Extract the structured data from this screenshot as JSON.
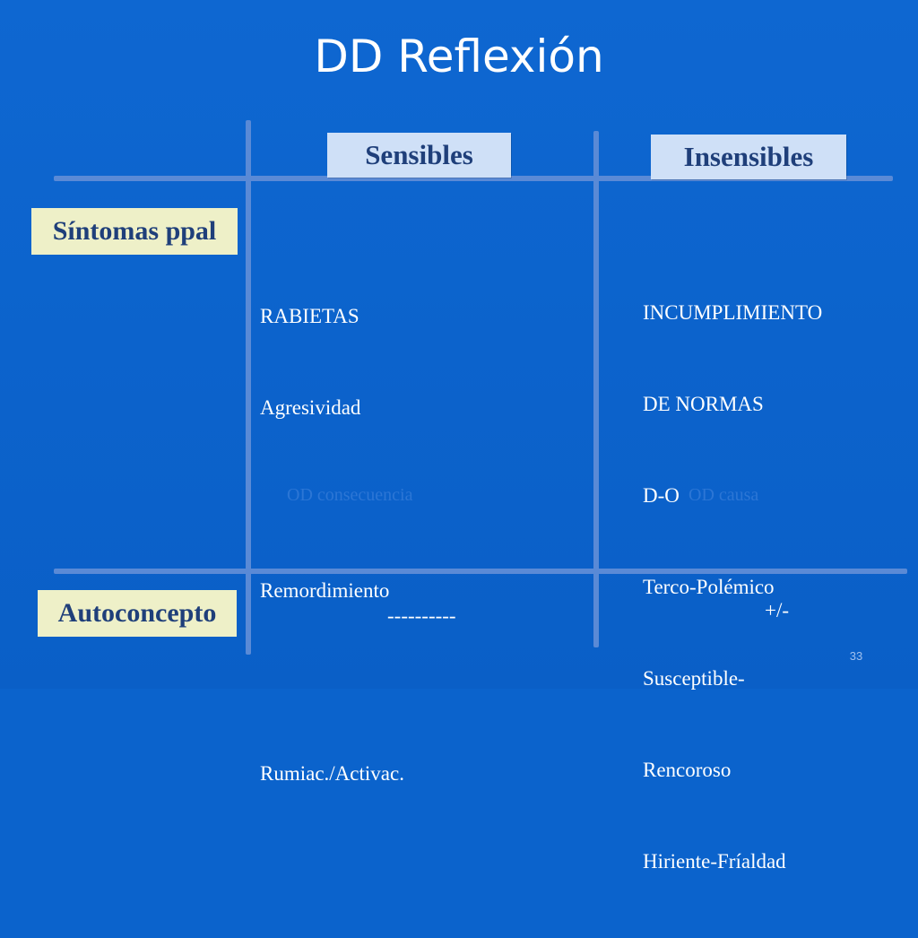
{
  "slide": {
    "title": "DD Reflexión",
    "column_headers": {
      "sensibles": "Sensibles",
      "insensibles": "Insensibles"
    },
    "rows": {
      "sintomas": {
        "label": "Síntomas ppal",
        "sensibles_lines": [
          "RABIETAS",
          "Agresividad",
          "",
          "Remordimiento",
          "",
          "Rumiac./Activac."
        ],
        "insensibles_lines": [
          "INCUMPLIMIENTO",
          "DE NORMAS",
          "D-O",
          "Terco-Polémico",
          "Susceptible-",
          "Rencoroso",
          "Hiriente-Fríaldad"
        ],
        "sensibles_note": "OD consecuencia",
        "insensibles_note": "OD causa"
      },
      "autoconcepto": {
        "label": "Autoconcepto",
        "sensibles_value": "----------",
        "insensibles_value": "+/-"
      }
    },
    "page_number": "33"
  }
}
